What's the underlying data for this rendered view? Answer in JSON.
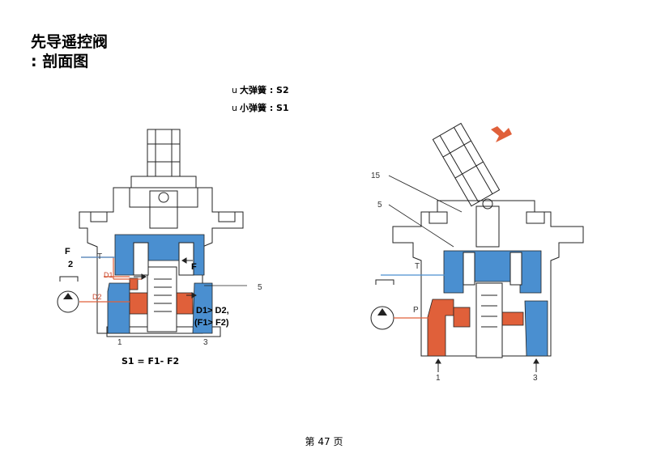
{
  "page": {
    "title_line1": "先导遥控阀",
    "title_line2": ": 剖面图",
    "legend": [
      {
        "bullet": "u",
        "text": "大弹簧    : S2"
      },
      {
        "bullet": "u",
        "text": "小弹簧 : S1"
      }
    ],
    "equation": "S1 = F1- F2",
    "page_number": "第 47 页"
  },
  "left_diagram": {
    "label_f": "F",
    "label_2": "2",
    "label_t": "T",
    "label_d1": "D1",
    "label_d2": "D2",
    "label_f_right": "F",
    "label_5": "5",
    "label_d1d2": "D1> D2,",
    "label_f1f2": "(F1> F2)",
    "label_1": "1",
    "label_3": "3"
  },
  "right_diagram": {
    "label_15": "15",
    "label_5": "5",
    "label_t": "T",
    "label_p": "P",
    "label_1": "1",
    "label_3": "3"
  },
  "colors": {
    "blue": "#4a8fd0",
    "red": "#e0603a",
    "outline": "#222222",
    "arrow_red": "#e0603a"
  }
}
